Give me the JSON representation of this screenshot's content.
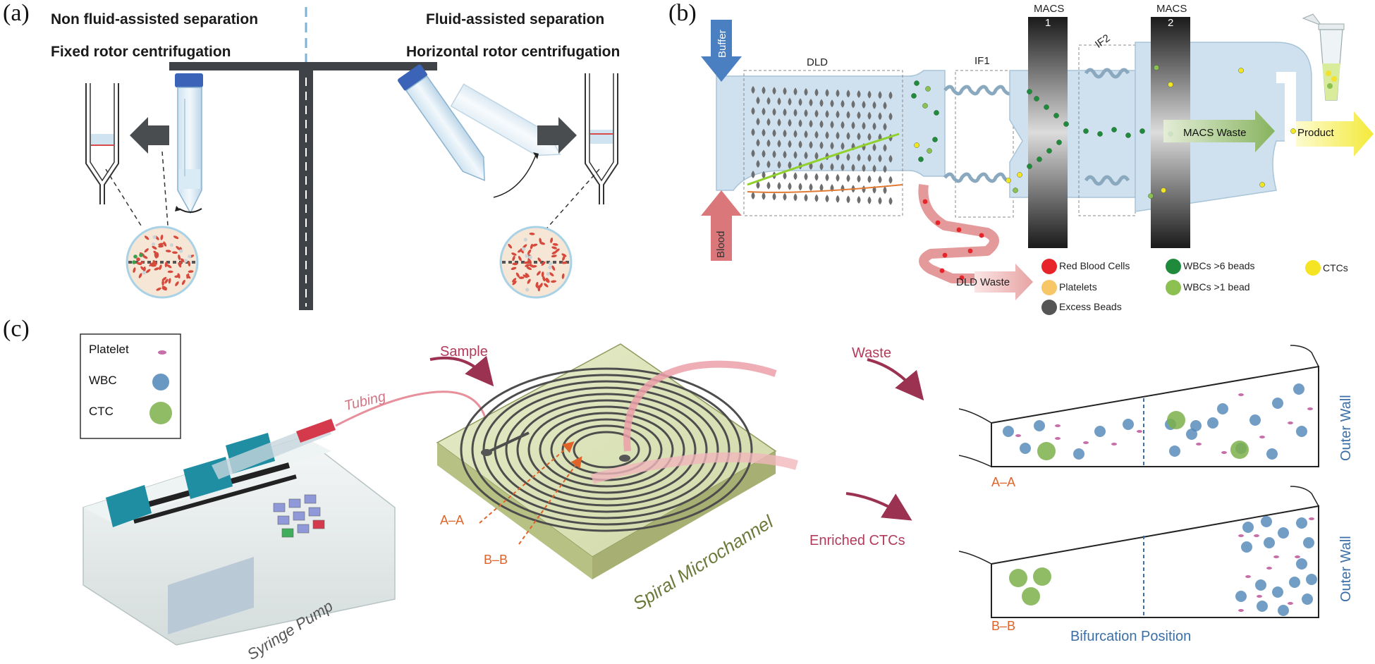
{
  "panels": {
    "a": {
      "label": "(a)",
      "left_title_1": "Non fluid-assisted separation",
      "left_title_2": "Fixed rotor centrifugation",
      "right_title_1": "Fluid-assisted separation",
      "right_title_2": "Horizontal rotor centrifugation"
    },
    "b": {
      "label": "(b)",
      "buffer": "Buffer",
      "blood": "Blood",
      "dld": "DLD",
      "if1": "IF1",
      "if2": "IF2",
      "macs1_a": "MACS",
      "macs1_b": "1",
      "macs2_a": "MACS",
      "macs2_b": "2",
      "macs_waste": "MACS Waste",
      "product": "Product",
      "dld_waste": "DLD Waste",
      "legend": [
        {
          "label": "Red Blood Cells",
          "color": "#e8242b"
        },
        {
          "label": "Platelets",
          "color": "#f6c667"
        },
        {
          "label": "Excess Beads",
          "color": "#555555"
        },
        {
          "label": "WBCs >6 beads",
          "color": "#1f8a3c"
        },
        {
          "label": "WBCs >1 bead",
          "color": "#8cc152"
        },
        {
          "label": "CTCs",
          "color": "#f5e424"
        }
      ]
    },
    "c": {
      "label": "(c)",
      "legend": [
        {
          "label": "Platelet",
          "color": "#c76fa8"
        },
        {
          "label": "WBC",
          "color": "#4f86b8"
        },
        {
          "label": "CTC",
          "color": "#7bb04a"
        }
      ],
      "tubing": "Tubing",
      "sample": "Sample",
      "waste": "Waste",
      "enriched": "Enriched CTCs",
      "spiral": "Spiral Microchannel",
      "syringe": "Syringe Pump",
      "aa": "A–A",
      "bb": "B–B",
      "aa2": "A–A",
      "bb2": "B–B",
      "outer_wall_1": "Outer Wall",
      "outer_wall_2": "Outer Wall",
      "bifurcation": "Bifurcation Position"
    }
  },
  "colors": {
    "accent_red": "#b23a5a",
    "accent_orange": "#e0632a",
    "accent_blue": "#3b6fa6",
    "buffer_arrow": "#4a7fc1",
    "blood_arrow": "#d9777a",
    "chip_fill": "#cfe1ef"
  }
}
